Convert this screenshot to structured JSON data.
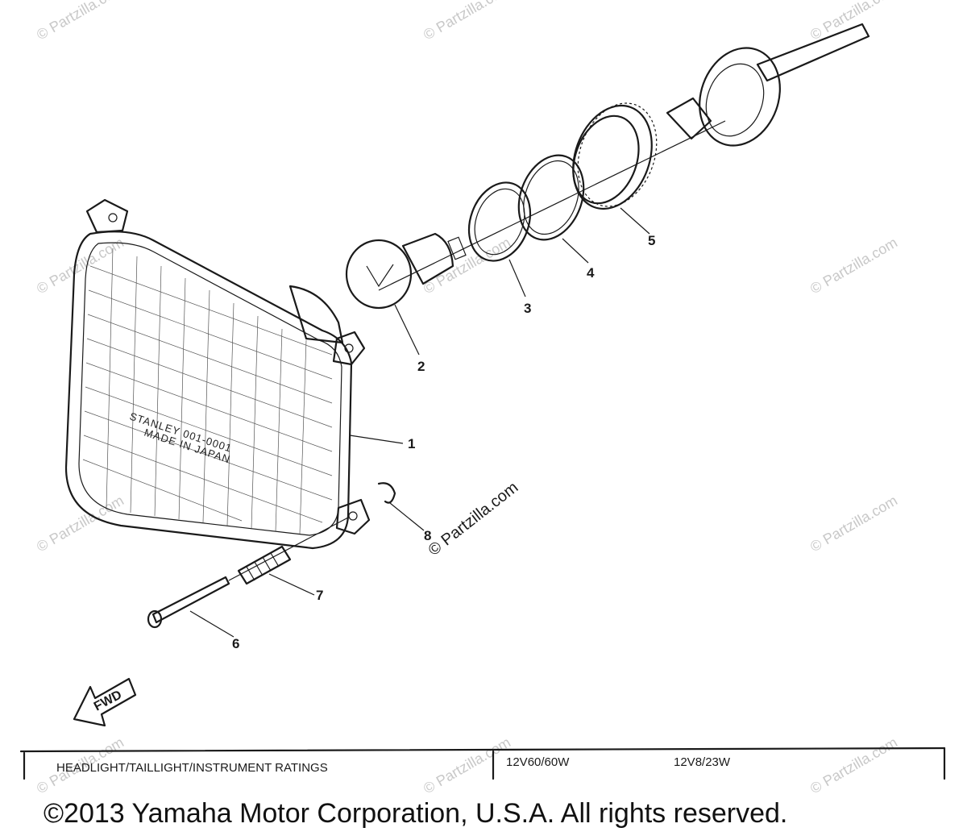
{
  "callouts": [
    "1",
    "2",
    "3",
    "4",
    "5",
    "6",
    "7",
    "8"
  ],
  "headlight_stamp": {
    "brand": "STANLEY 001-0001",
    "origin": "MADE IN JAPAN"
  },
  "fwd_label": "FWD",
  "watermarks": {
    "text": "© Partzilla.com"
  },
  "ratings": {
    "label": "HEADLIGHT/TAILLIGHT/INSTRUMENT RATINGS",
    "headlight": "12V60/60W",
    "taillight": "12V8/23W"
  },
  "copyright": "©2013 Yamaha Motor Corporation, U.S.A. All rights reserved."
}
